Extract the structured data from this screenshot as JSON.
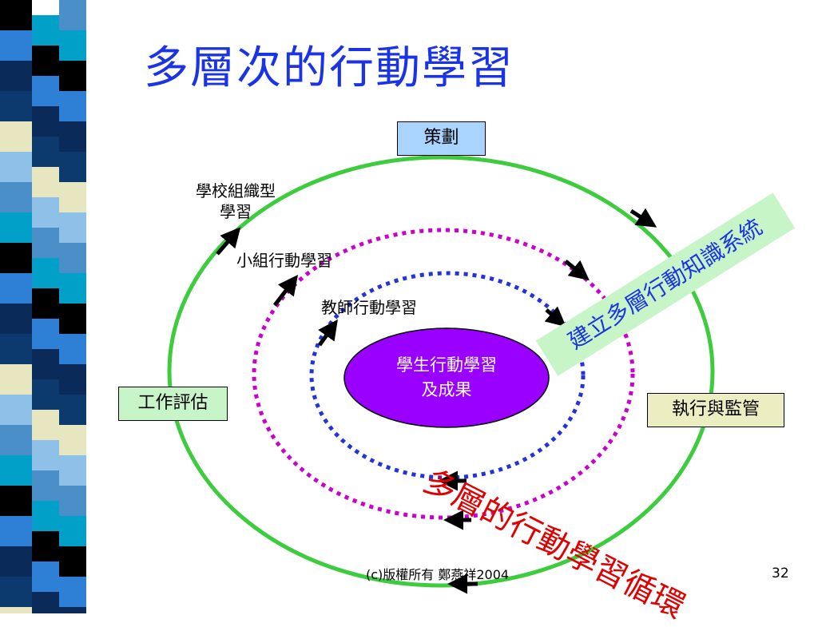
{
  "slide": {
    "title": "多層次的行動學習",
    "footer": "(c)版權所有 鄭燕祥2004",
    "page_number": "32"
  },
  "boxes": {
    "planning": "策劃",
    "evaluation": "工作評估",
    "execution": "執行與監管"
  },
  "levels": {
    "school": [
      "學校組織型",
      "學習"
    ],
    "group": "小組行動學習",
    "teacher": "教師行動學習",
    "student": [
      "學生行動學習",
      "及成果"
    ]
  },
  "annotations": {
    "knowledge_system": "建立多層行動知識系統",
    "cycle": "多層的行動學習循環"
  },
  "colors": {
    "title": "#1a33e6",
    "outer_ring": "#3dcc3d",
    "middle_ring": "#cc00cc",
    "inner_ring": "#2233dd",
    "center_fill": "#9900ff",
    "planning_box": "#a8d4ff",
    "evaluation_box": "#c8f5c8",
    "execution_box": "#ededc2",
    "knowledge_band": "#c8f5c8",
    "cycle_text": "#e00000"
  }
}
